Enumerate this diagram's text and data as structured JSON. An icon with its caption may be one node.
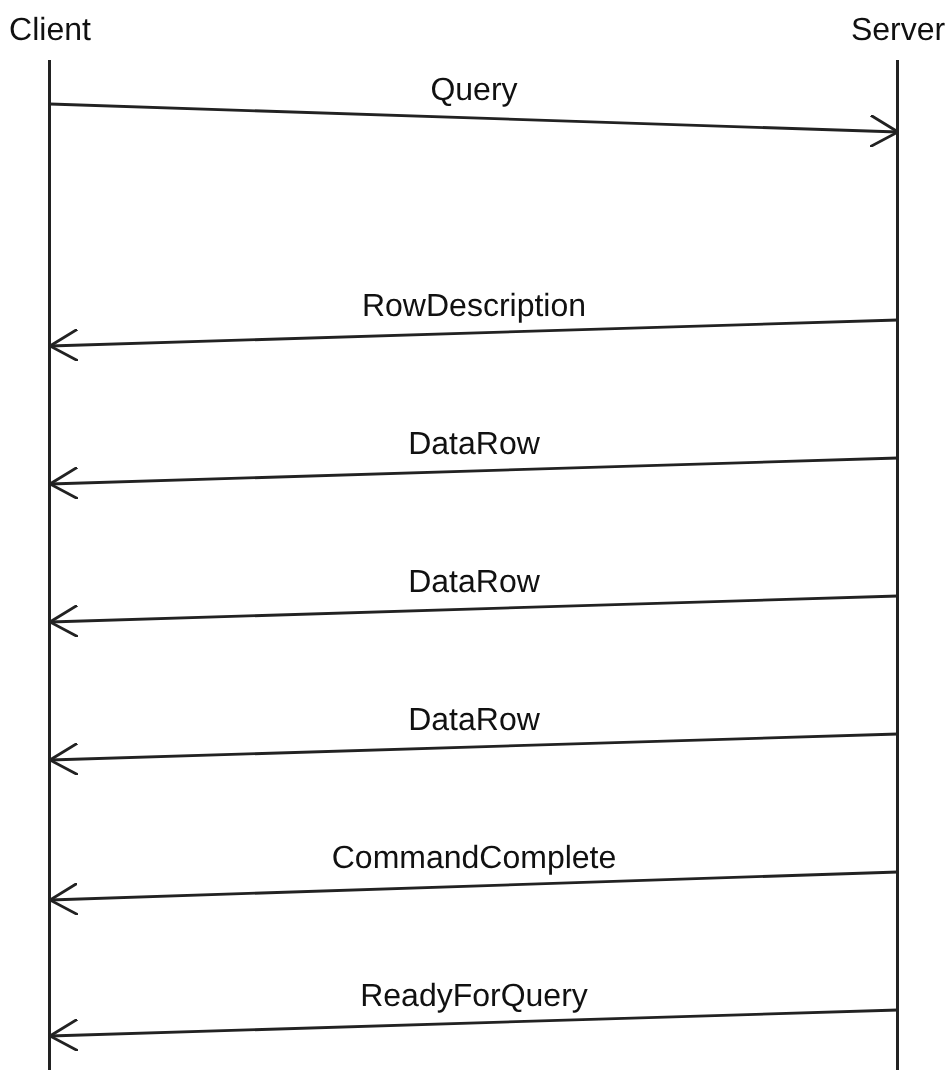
{
  "diagram": {
    "nodes": [
      {
        "text": [
          "Client"
        ]
      },
      {
        "text": [
          "Server"
        ]
      }
    ],
    "edges": [
      {
        "from": 0,
        "to": 1,
        "arrow": "to",
        "label": "Query"
      },
      {
        "from": 1,
        "to": 0,
        "arrow": "to",
        "label": "RowDescription"
      },
      {
        "from": 1,
        "to": 0,
        "arrow": "to",
        "label": "DataRow"
      },
      {
        "from": 1,
        "to": 0,
        "arrow": "to",
        "label": "DataRow"
      },
      {
        "from": 1,
        "to": 0,
        "arrow": "to",
        "label": "DataRow"
      },
      {
        "from": 1,
        "to": 0,
        "arrow": "to",
        "label": "CommandComplete"
      },
      {
        "from": 1,
        "to": 0,
        "arrow": "to",
        "label": "ReadyForQuery"
      }
    ]
  }
}
